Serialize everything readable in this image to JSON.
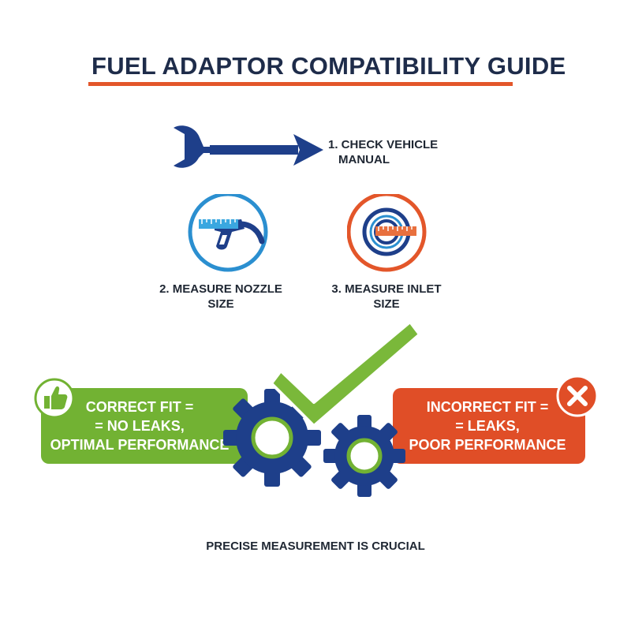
{
  "title": "FUEL ADAPTOR COMPATIBILITY GUIDE",
  "steps": [
    {
      "line1": "1. CHECK VEHICLE",
      "line2": "MANUAL",
      "icon": "wrench-arrow-icon"
    },
    {
      "line1": "2. MEASURE NOZZLE",
      "line2": "SIZE",
      "icon": "fuel-nozzle-ruler-icon"
    },
    {
      "line1": "3. MEASURE INLET",
      "line2": "SIZE",
      "icon": "inlet-ruler-icon"
    }
  ],
  "correct_fit": {
    "line1": "CORRECT FIT =",
    "line2": "= NO LEAKS,",
    "line3": "OPTIMAL PERFORMANCE",
    "icon": "thumbs-up-icon"
  },
  "incorrect_fit": {
    "line1": "INCORRECT FIT =",
    "line2": "= LEAKS,",
    "line3": "POOR PERFORMANCE",
    "icon": "close-x-icon"
  },
  "footer": "PRECISE MEASUREMENT IS CRUCIAL",
  "colors": {
    "navy": "#1e3f8a",
    "blue": "#2b8fd0",
    "orange": "#e3562a",
    "green": "#72b233",
    "red": "#e04e27",
    "title": "#1e2c4a"
  }
}
